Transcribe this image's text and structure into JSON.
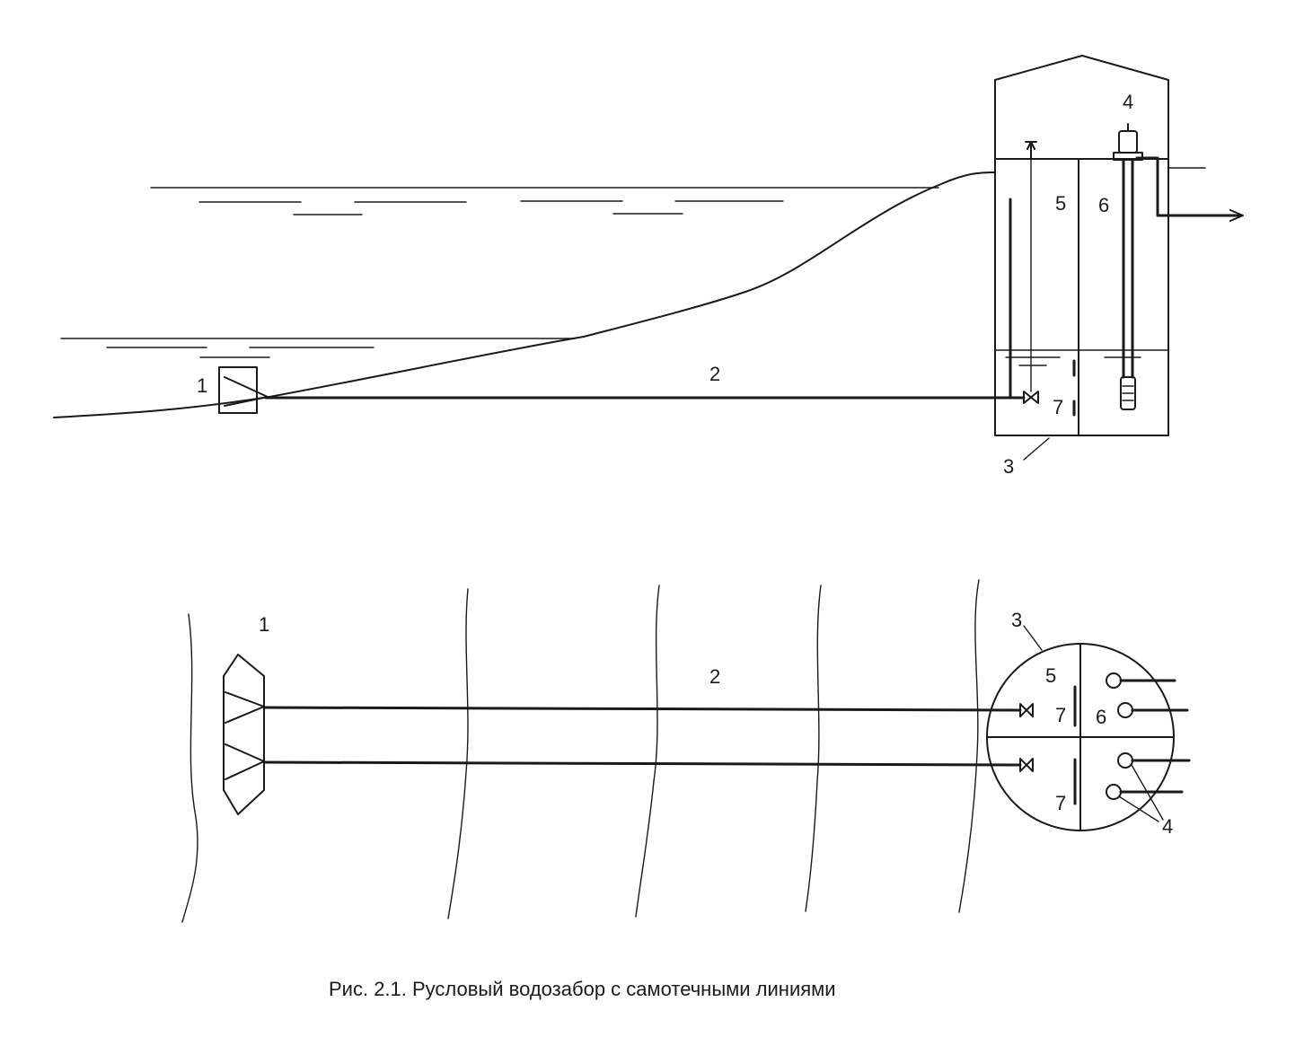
{
  "labels": {
    "intake": "1",
    "gravity_line": "2",
    "well": "3",
    "pump": "4",
    "receiving_chamber": "5",
    "suction_chamber": "6",
    "screen": "7"
  },
  "caption": "Рис. 2.1.  Русловый водозабор с самотечными линиями"
}
